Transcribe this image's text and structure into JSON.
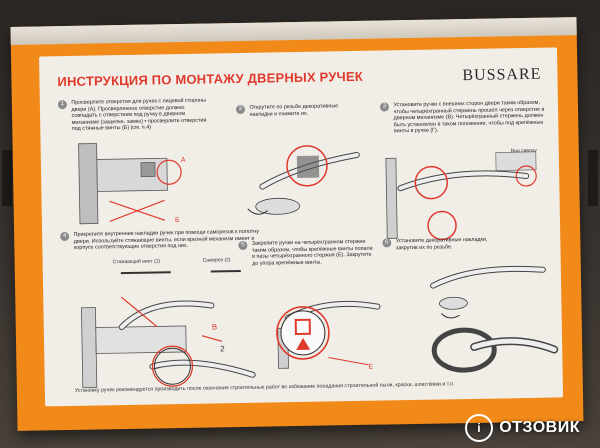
{
  "header": {
    "title": "ИНСТРУКЦИЯ ПО МОНТАЖУ ДВЕРНЫХ РУЧЕК",
    "brand": "BUSSARE"
  },
  "steps": [
    {
      "num": "1",
      "text": "Просверлите отверстия для ручек с лицевой стороны двери (А). Просверленное отверстие должно совпадать с отверстием под ручку в дверном механизме (защелке, замке) • просверлите отверстия под стяжные винты (Б) (см. п.4)"
    },
    {
      "num": "2",
      "text": "Открутите по резьбе декоративные накладки и снимите их."
    },
    {
      "num": "3",
      "text": "Установите ручки с внешних сторон двери таким образом, чтобы четырёхгранный стержень прошёл через отверстие в дверном механизме (В). Четырёхгранный стержень должен быть установлен в таком положении, чтобы под крепёжные винты в ручке (Г)."
    },
    {
      "num": "4",
      "text": "Прикрепите внутренние накладки ручек при помощи саморезов к полотну двери. Используйте стяжающие винты, если врезной механизм имеет в корпусе соответствующие отверстия под них."
    },
    {
      "num": "5",
      "text": "Закрепите ручки на четырёхгранном стержне таким образом, чтобы крепёжные винты попали в пазы четырёхгранного стержня (Е). Закрутите до упора крепёжные винты."
    },
    {
      "num": "6",
      "text": "Установите декоративные накладки, закрутив их по резьбе."
    }
  ],
  "captions": {
    "screw_label_1": "Стяжающий винт (1)",
    "screw_label_2": "Саморез (2)",
    "view_label": "Вид сверху"
  },
  "footer": {
    "note": "Установку ручек рекомендуется производить после окончания строительных работ во избежание попадания строительной пыли, краски, шпатлёвки и т.п."
  },
  "watermark": {
    "text": "ОТЗОВИК"
  }
}
